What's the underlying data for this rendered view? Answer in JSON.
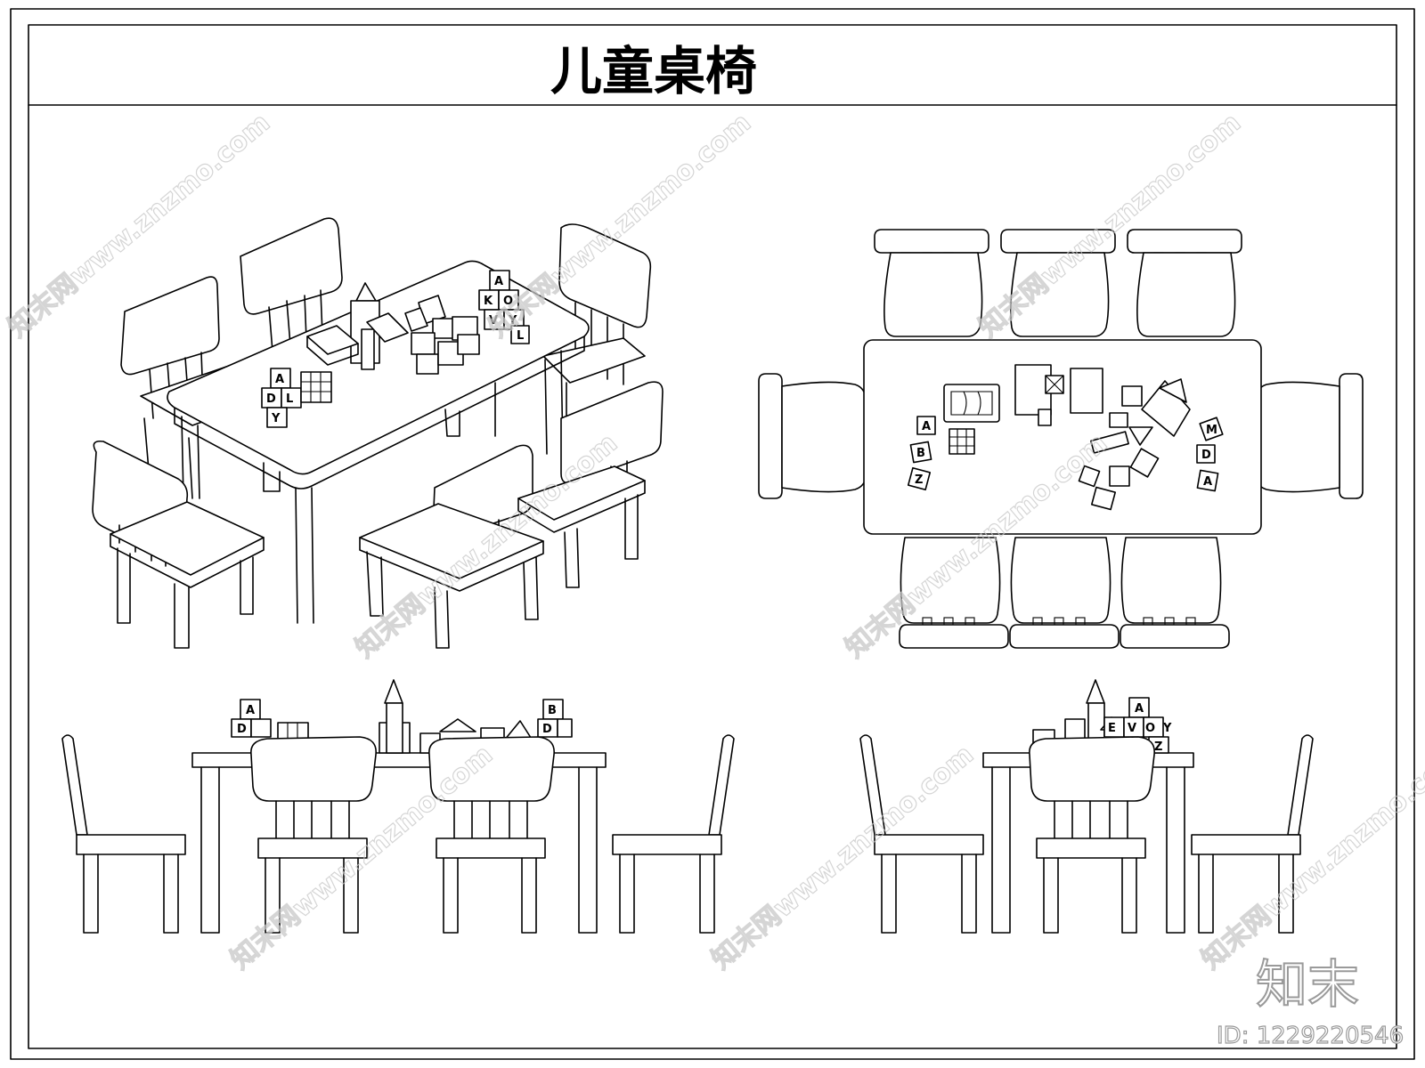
{
  "drawing": {
    "title": "儿童桌椅"
  },
  "views": {
    "isometric": {
      "blocks_a": [
        "A",
        "D",
        "L",
        "Y"
      ],
      "blocks_b": [
        "A",
        "K",
        "O",
        "V",
        "Y",
        "L"
      ]
    },
    "plan": {
      "blocks_left": [
        "A",
        "B",
        "Z"
      ],
      "blocks_right": [
        "A",
        "D",
        "M"
      ]
    },
    "front_elevation": {
      "blocks_left": [
        "A",
        "D"
      ],
      "blocks_right": [
        "B",
        "D"
      ]
    },
    "side_elevation": {
      "blocks": [
        "A",
        "E",
        "V",
        "O",
        "Y",
        "Z"
      ]
    }
  },
  "branding": {
    "watermark_text": "知末网www.znzmo.com",
    "logo_text": "知末",
    "id_label": "ID: 1229220546"
  },
  "colors": {
    "line": "#000000",
    "background": "#ffffff",
    "watermark": "#c8c8c8",
    "logo": "#9a9a9a"
  }
}
